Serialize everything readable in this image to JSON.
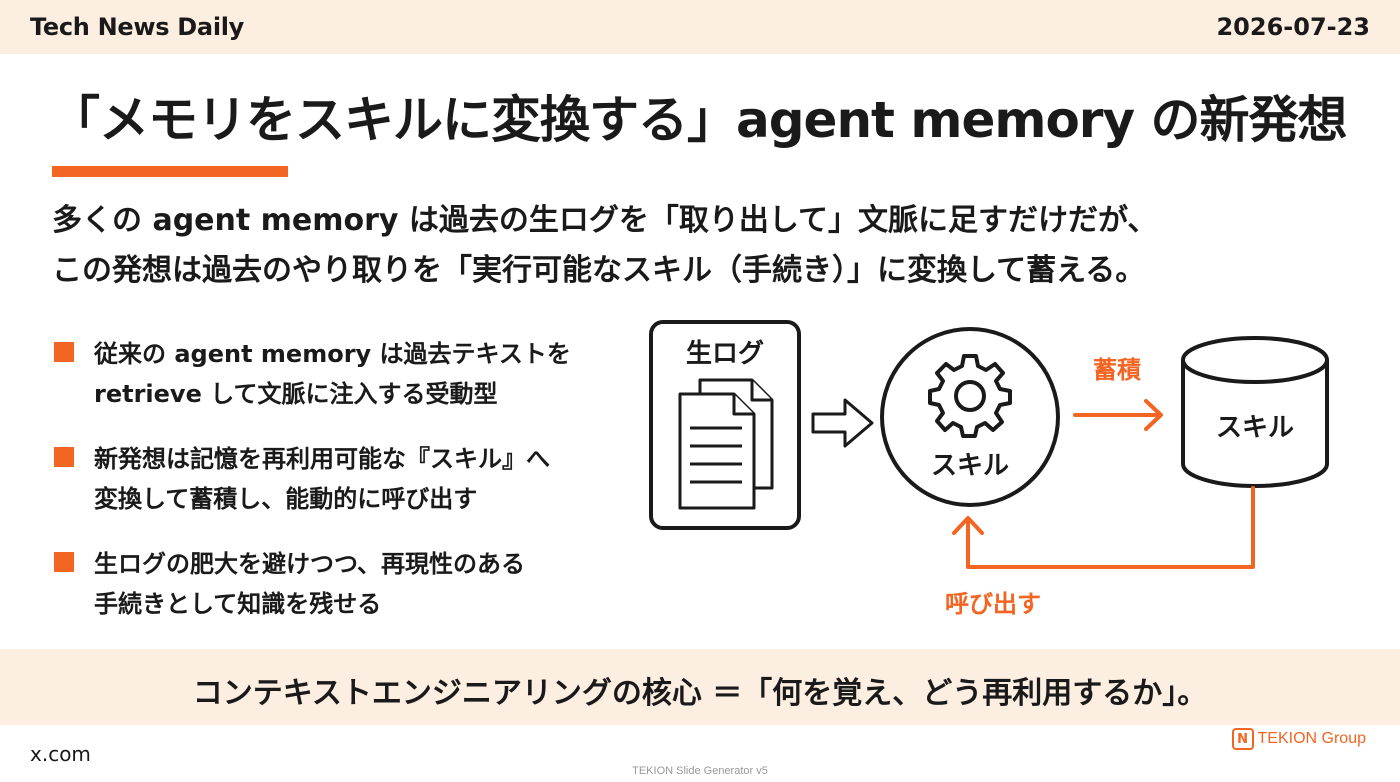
{
  "header": {
    "brand": "Tech News Daily",
    "date": "2026-07-23"
  },
  "title": "「メモリをスキルに変換する」agent memory の新発想",
  "lead": {
    "line1": "多くの agent memory は過去の生ログを「取り出して」文脈に足すだけだが、",
    "line2": "この発想は過去のやり取りを「実行可能なスキル（手続き）」に変換して蓄える。"
  },
  "bullets": [
    {
      "line1": "従来の agent memory は過去テキストを",
      "line2": "retrieve して文脈に注入する受動型"
    },
    {
      "line1": "新発想は記憶を再利用可能な『スキル』へ",
      "line2": "変換して蓄積し、能動的に呼び出す"
    },
    {
      "line1": "生ログの肥大を避けつつ、再現性のある",
      "line2": "手続きとして知識を残せる"
    }
  ],
  "diagram": {
    "log_label": "生ログ",
    "skill_process_label": "スキル",
    "store_arrow_label": "蓄積",
    "skill_store_label": "スキル",
    "recall_arrow_label": "呼び出す"
  },
  "footer": {
    "summary": "コンテキストエンジニアリングの核心 ＝「何を覚え、どう再利用するか」。",
    "source": "x.com",
    "logo_text": "TEKION Group",
    "logo_mark": "N",
    "credit": "TEKION Slide Generator v5"
  },
  "colors": {
    "accent": "#f26522",
    "band": "#fdeee2",
    "text": "#1a1a1a"
  },
  "icons": [
    "document-stack-icon",
    "arrow-right-icon",
    "gear-icon",
    "database-cylinder-icon",
    "loop-arrow-icon"
  ]
}
